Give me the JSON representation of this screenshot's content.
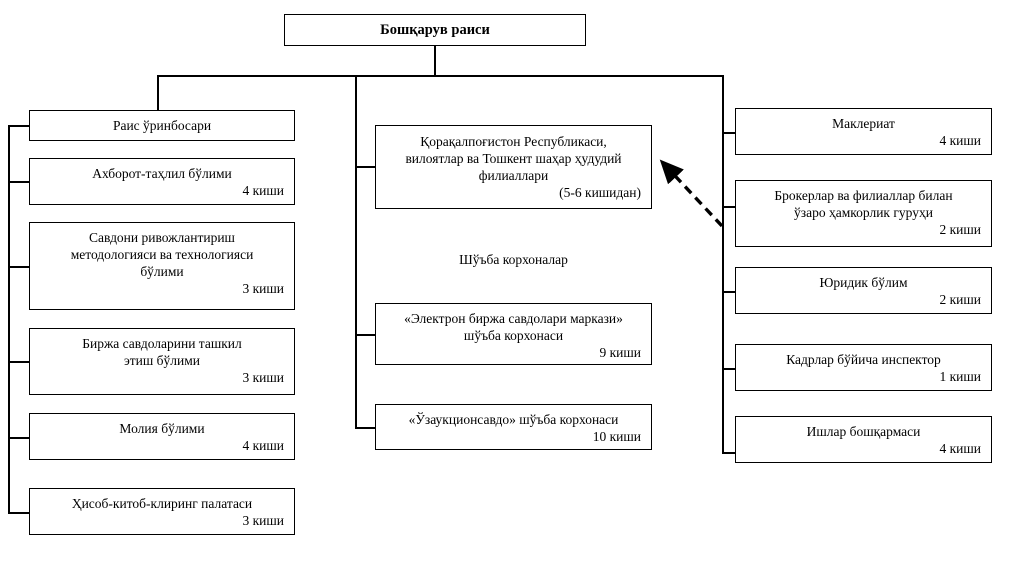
{
  "diagram": {
    "title_box": {
      "label": "Бошқарув раиси"
    },
    "center_label": "Шўъба корхоналар",
    "left_column": [
      {
        "name": "Раис ўринбосари",
        "count": ""
      },
      {
        "name": "Ахборот-таҳлил бўлими",
        "count": "4 киши"
      },
      {
        "name": "Савдони ривожлантириш\nметодологияси ва технологияси\nбўлими",
        "count": "3 киши"
      },
      {
        "name": "Биржа савдоларини ташкил\nэтиш бўлими",
        "count": "3 киши"
      },
      {
        "name": "Молия бўлими",
        "count": "4 киши"
      },
      {
        "name": "Ҳисоб-китоб-клиринг палатаси",
        "count": "3 киши"
      }
    ],
    "center_column": [
      {
        "name": "Қорақалпоғистон Республикаси,\nвилоятлар ва Тошкент шаҳар ҳудудий\nфилиаллари",
        "count": "(5-6 кишидан)"
      },
      {
        "name": "«Электрон биржа савдолари маркази»\nшўъба корхонаси",
        "count": "9 киши"
      },
      {
        "name": "«Ўзаукционсавдо» шўъба корхонаси",
        "count": "10 киши"
      }
    ],
    "right_column": [
      {
        "name": "Маклериат",
        "count": "4 киши"
      },
      {
        "name": "Брокерлар ва филиаллар билан\nўзаро ҳамкорлик гуруҳи",
        "count": "2 киши"
      },
      {
        "name": "Юридик бўлим",
        "count": "2 киши"
      },
      {
        "name": "Кадрлар бўйича инспектор",
        "count": "1 киши"
      },
      {
        "name": "Ишлар бошқармаси",
        "count": "4 киши"
      }
    ],
    "colors": {
      "line": "#000000",
      "background": "#ffffff",
      "text": "#000000"
    }
  }
}
